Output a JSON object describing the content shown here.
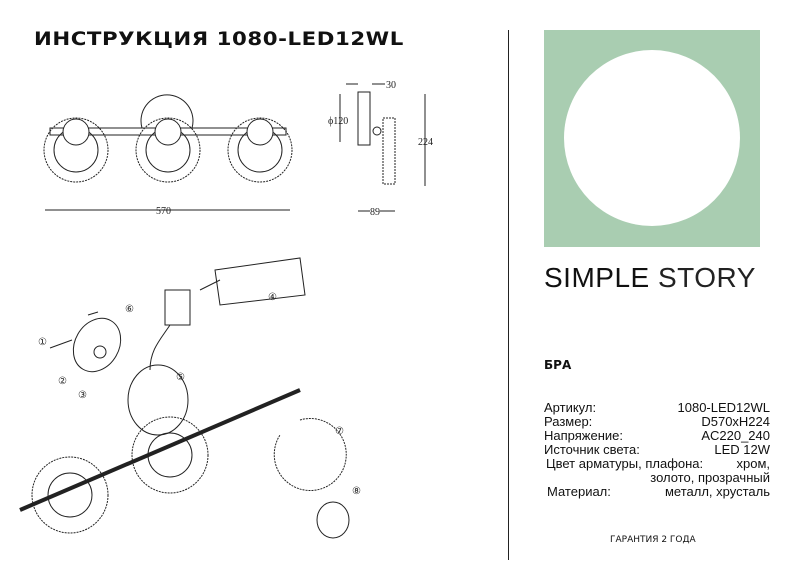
{
  "title": "ИНСТРУКЦИЯ 1080-LED12WL",
  "dimensions": {
    "width": "570",
    "diameter": "ϕ120",
    "depth_top": "30",
    "height": "224",
    "depth_bottom": "89"
  },
  "callouts": [
    "①",
    "②",
    "③",
    "④",
    "⑤",
    "⑥",
    "⑦",
    "⑧"
  ],
  "brand": {
    "part1": "SIMPLE",
    "part2": "STORY",
    "color": "#a9cdb1"
  },
  "product_type": "БРА",
  "specs": [
    {
      "label": "Артикул:",
      "value": "1080-LED12WL"
    },
    {
      "label": "Размер:",
      "value": "D570xH224"
    },
    {
      "label": "Напряжение:",
      "value": "AC220_240"
    },
    {
      "label": "Источник света:",
      "value": "LED 12W"
    },
    {
      "label": "Цвет арматуры, плафона:",
      "value": "хром,"
    },
    {
      "label": "",
      "value": "золото, прозрачный"
    },
    {
      "label": "Материал:",
      "value": "металл, хрусталь"
    }
  ],
  "warranty": "ГАРАНТИЯ 2 ГОДА"
}
